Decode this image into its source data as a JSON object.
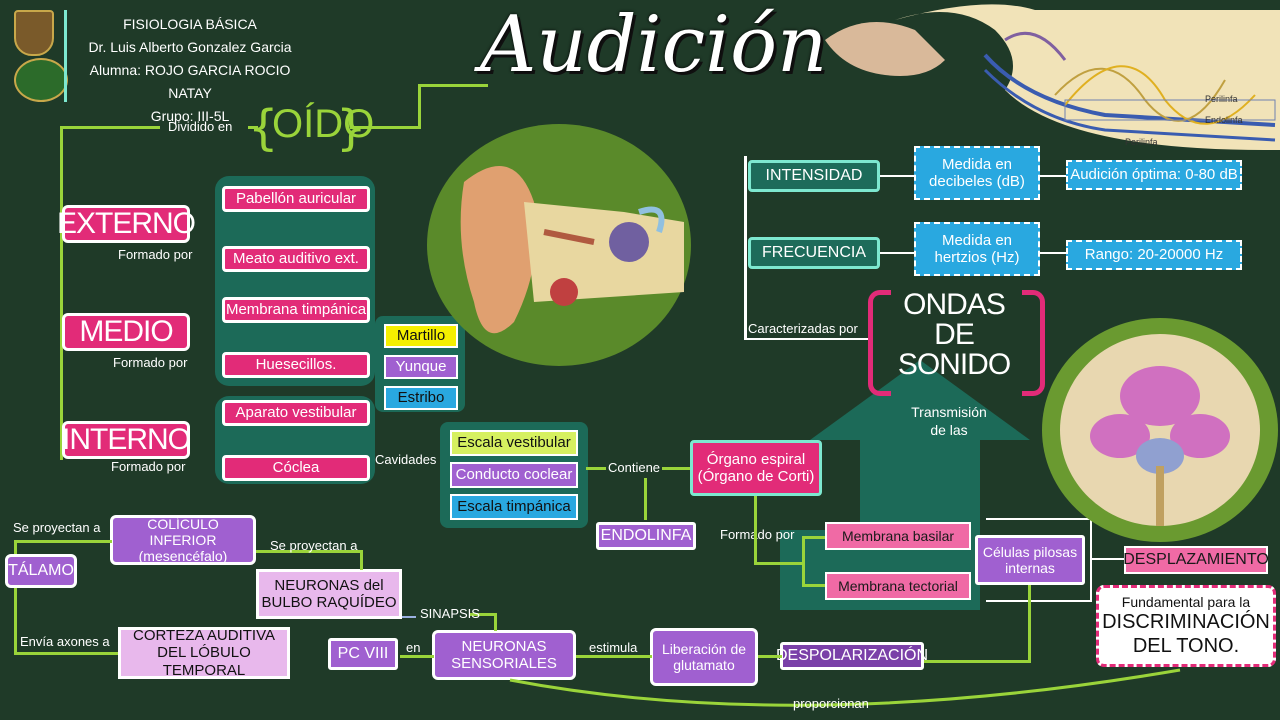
{
  "header": {
    "course": "FISIOLOGIA BÁSICA",
    "doctor": "Dr. Luis Alberto Gonzalez Garcia",
    "student": "Alumna: ROJO GARCIA ROCIO NATAY",
    "group": "Grupo: III-5L"
  },
  "title": "Audición",
  "oido": "OÍDO",
  "labels": {
    "dividido": "Dividido en",
    "formado1": "Formado por",
    "formado2": "Formado por",
    "formado3": "Formado por",
    "cavidades": "Cavidades",
    "contiene": "Contiene",
    "formado_por": "Formado por",
    "se_proyectan1": "Se proyectan a",
    "se_proyectan2": "Se proyectan a",
    "envia": "Envía axones a",
    "sinapsis": "SINAPSIS",
    "en": "en",
    "estimula": "estimula",
    "proporcionan": "proporcionan",
    "caracterizadas": "Caracterizadas por",
    "transmision": "Transmisión de las"
  },
  "parts": {
    "externo": "EXTERNO",
    "medio": "MEDIO",
    "interno": "INTERNO"
  },
  "externo_items": [
    "Pabellón auricular",
    "Meato auditivo ext."
  ],
  "medio_items": [
    "Membrana timpánica",
    "Huesecillos."
  ],
  "huesecillos": [
    "Martillo",
    "Yunque",
    "Estribo"
  ],
  "interno_items": [
    "Aparato vestibular",
    "Cóclea"
  ],
  "cavidades": [
    "Escala vestibular",
    "Conducto coclear",
    "Escala timpánica"
  ],
  "organo": "Órgano espiral (Órgano de Corti)",
  "endolinfa": "ENDOLINFA",
  "membranas": [
    "Membrana basilar",
    "Membrana tectorial"
  ],
  "celulas": "Células pilosas internas",
  "desplazamiento": "DESPLAZAMIENTO",
  "discriminacion_pre": "Fundamental para la",
  "discriminacion": "DISCRIMINACIÓN DEL TONO.",
  "despolarizacion": "DESPOLARIZACIÓN",
  "liberacion": "Liberación de glutamato",
  "neuronas_sens": "NEURONAS SENSORIALES",
  "pc8": "PC VIII",
  "neuronas_bulbo": "NEURONAS del BULBO RAQUÍDEO",
  "coliculo": "COLÍCULO INFERIOR (mesencéfalo)",
  "talamo": "TÁLAMO",
  "corteza": "CORTEZA AUDITIVA DEL LÓBULO TEMPORAL",
  "ondas": "ONDAS DE SONIDO",
  "intensidad": "INTENSIDAD",
  "intensidad_desc": "Medida en decibeles (dB)",
  "intensidad_val": "Audición óptima: 0-80 dB",
  "frecuencia": "FRECUENCIA",
  "frecuencia_desc": "Medida en hertzios (Hz)",
  "frecuencia_val": "Rango: 20-20000 Hz",
  "cochlea_labels": [
    "Perilinfa",
    "Endolinfa",
    "Perilinfa"
  ],
  "colors": {
    "background": "#1f3a28",
    "pink": "#e22b78",
    "purple": "#a060d0",
    "teal": "#1d6b5a",
    "cyan": "#29a8e0",
    "lime": "#9ad43a"
  }
}
